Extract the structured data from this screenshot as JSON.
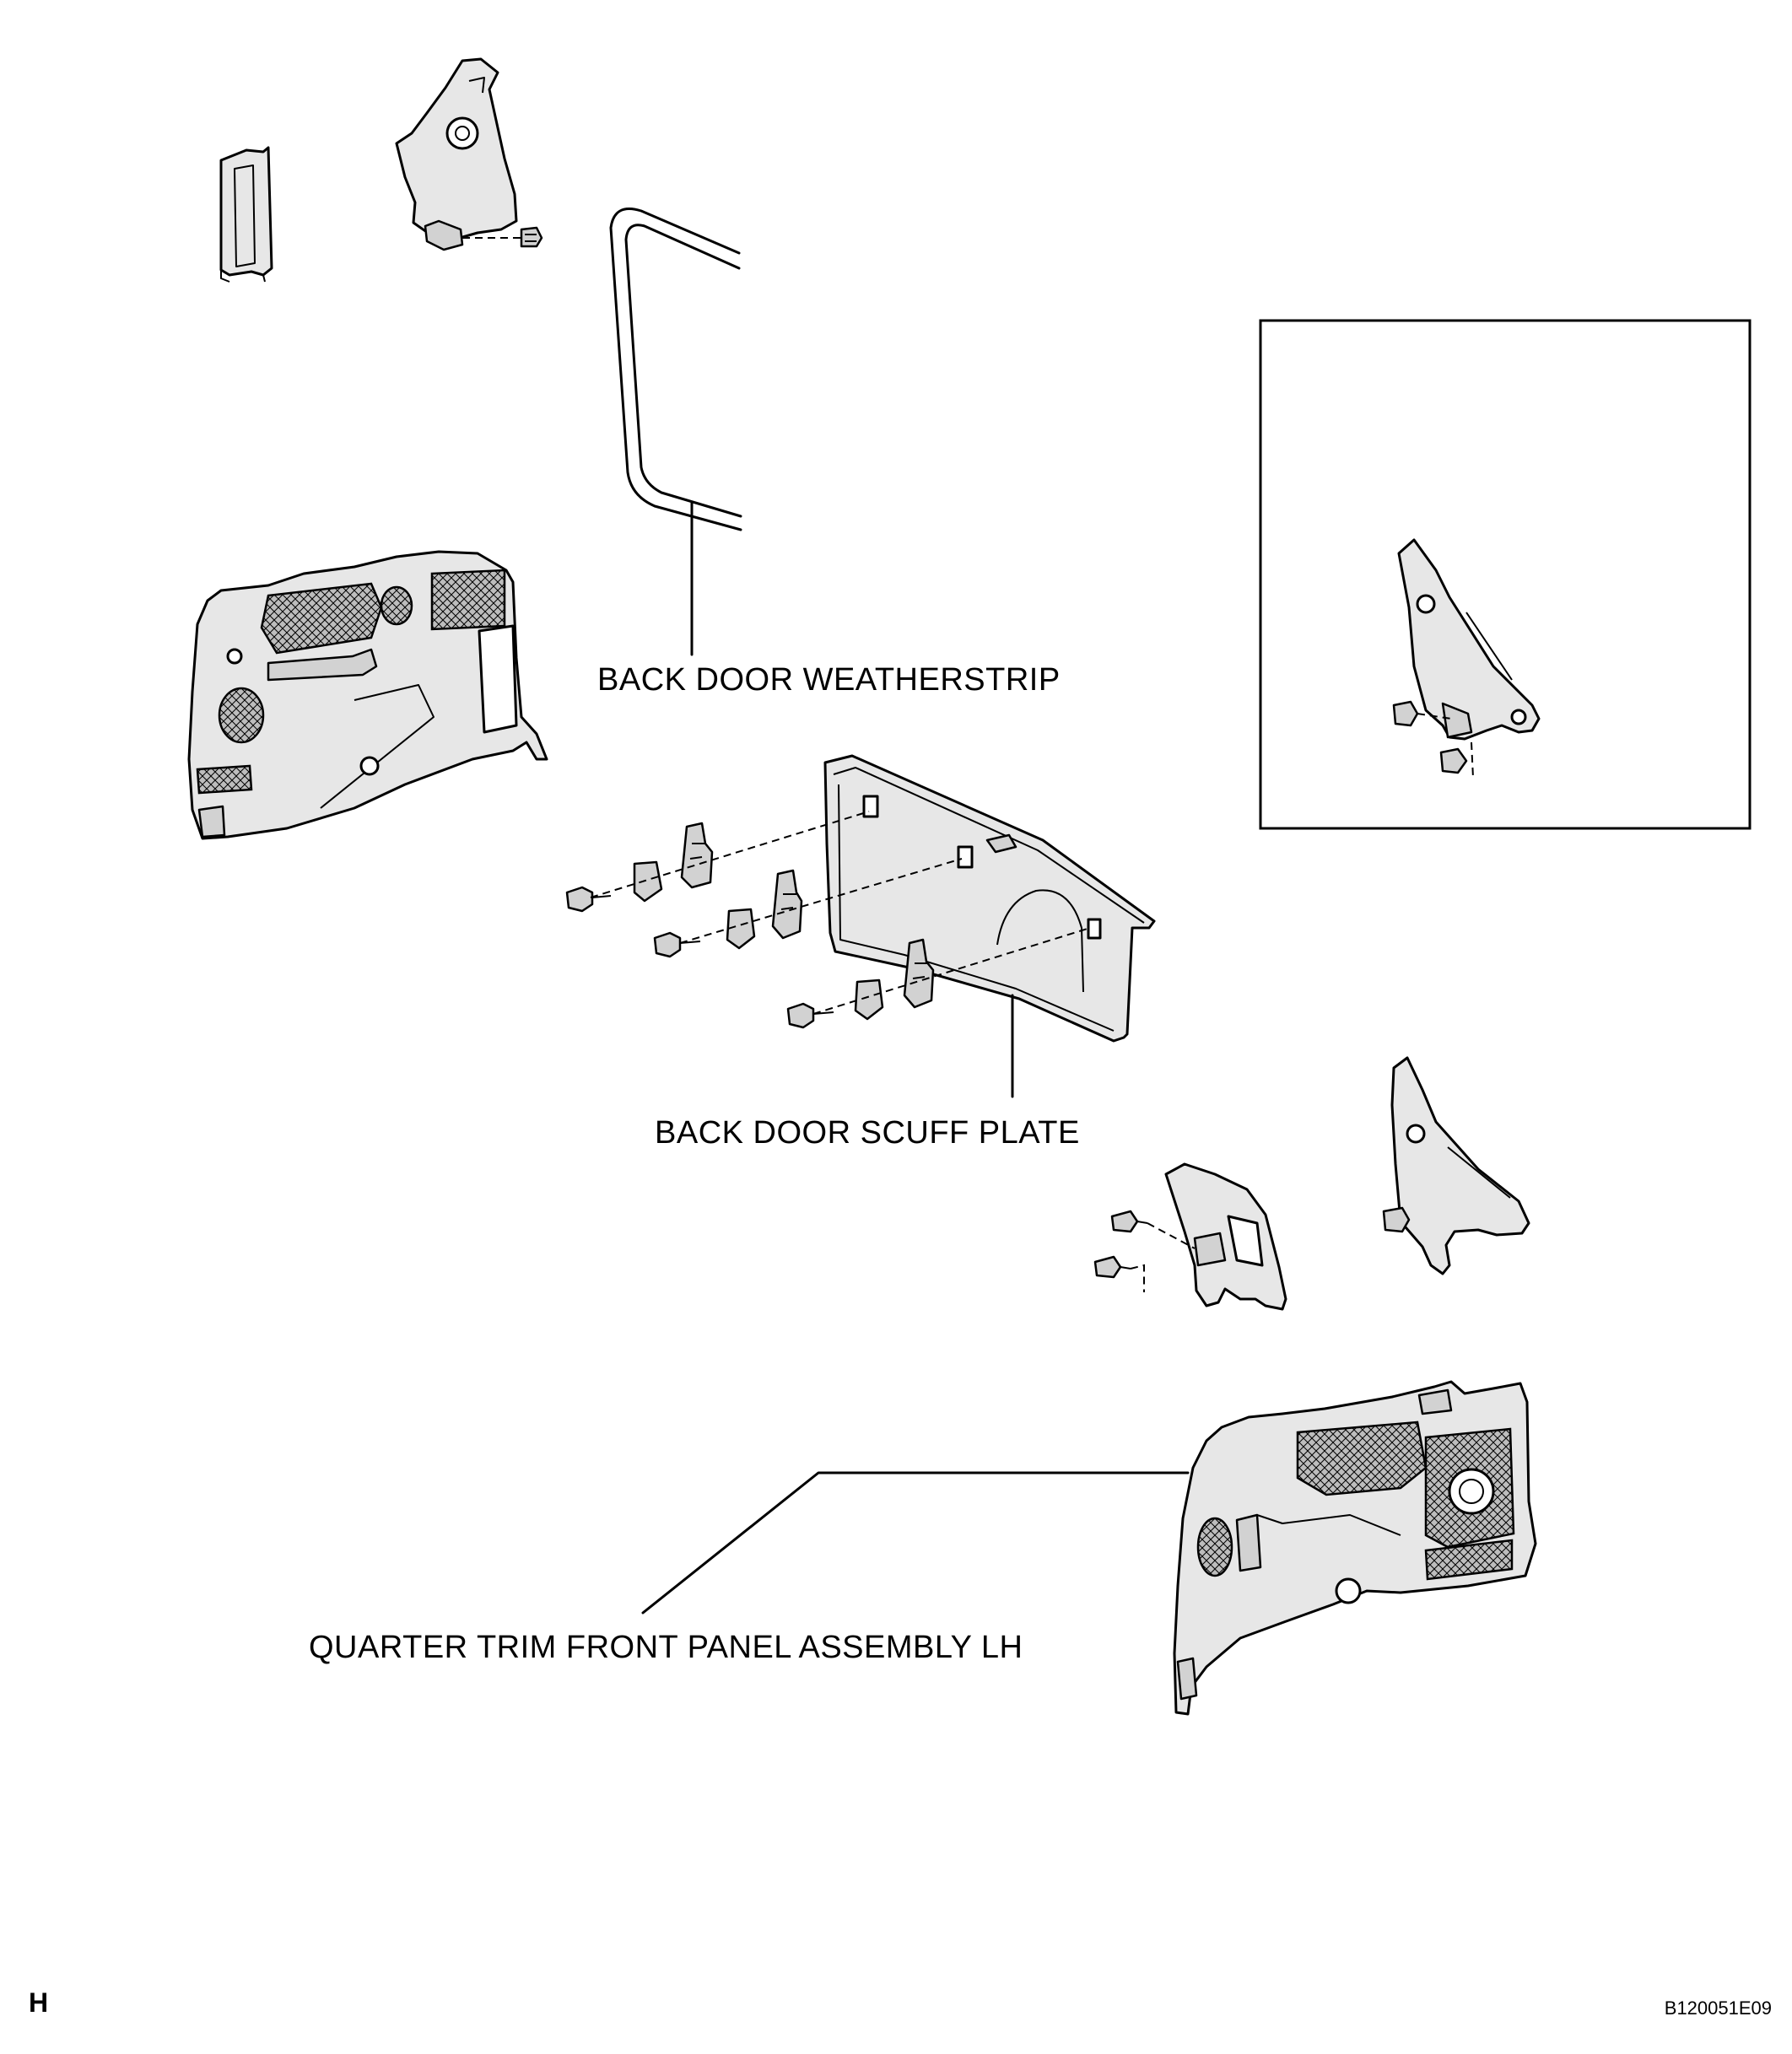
{
  "labels": {
    "weatherstrip": "BACK DOOR WEATHERSTRIP",
    "scuff_plate": "BACK DOOR SCUFF PLATE",
    "quarter_trim": "QUARTER TRIM FRONT PANEL ASSEMBLY LH"
  },
  "footer": {
    "section_letter": "H",
    "figure_id": "B120051E09"
  },
  "colors": {
    "line": "#000000",
    "part_fill": "#e7e7e7",
    "background": "#ffffff"
  }
}
